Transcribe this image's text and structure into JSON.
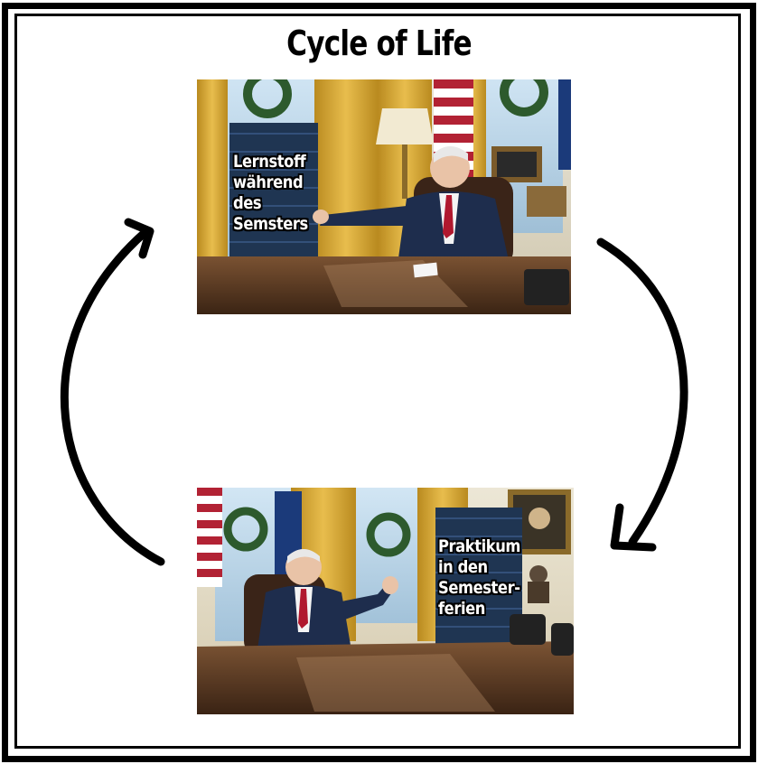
{
  "title": "Cycle of Life",
  "top_panel": {
    "caption_lines": [
      "Lernstoff",
      "während",
      "des",
      "Semsters"
    ]
  },
  "bottom_panel": {
    "caption_lines": [
      "Praktikum",
      "in den",
      "Semester-",
      "ferien"
    ]
  },
  "colors": {
    "frame": "#000000",
    "background": "#ffffff",
    "caption_text": "#ffffff",
    "caption_outline": "#000000",
    "binder_stack": "#1f3552",
    "desk": "#5a3a22",
    "curtain": "#d8a531"
  },
  "icons": [
    "arrow-right-down-icon",
    "arrow-left-up-icon"
  ]
}
